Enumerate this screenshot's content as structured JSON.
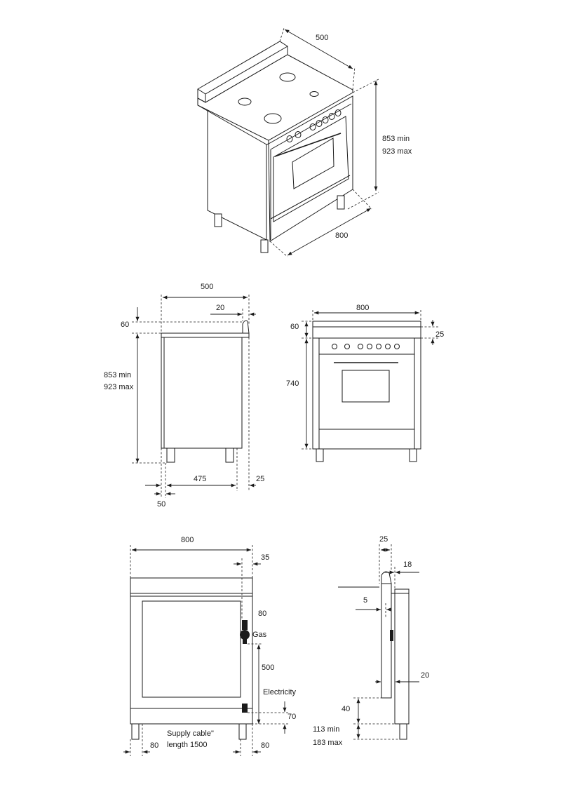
{
  "iso_view": {
    "width": "500",
    "height_min": "853 min",
    "height_max": "923 max",
    "depth": "800"
  },
  "side_view": {
    "overall_depth": "500",
    "top_offset": "20",
    "splashback_height": "60",
    "height_min": "853 min",
    "height_max": "923 max",
    "inner_depth": "475",
    "rear_offset": "25",
    "front_offset": "50"
  },
  "front_view": {
    "width": "800",
    "top_height": "60",
    "lid_offset": "25",
    "body_height": "740"
  },
  "rear_view": {
    "width": "800",
    "side_offset": "35",
    "gas_height": "80",
    "gas_label": "Gas",
    "connection_spacing": "500",
    "electricity_label": "Electricity",
    "electricity_height": "70",
    "supply_cable_line1": "Supply cable\"",
    "supply_cable_line2": "length 1500",
    "left_foot_offset": "80",
    "right_foot_offset": "80"
  },
  "profile_view": {
    "top_width": "25",
    "top_offset": "18",
    "back_offset": "5",
    "depth_offset": "20",
    "plinth_height": "40",
    "foot_min": "113 min",
    "foot_max": "183 max"
  }
}
